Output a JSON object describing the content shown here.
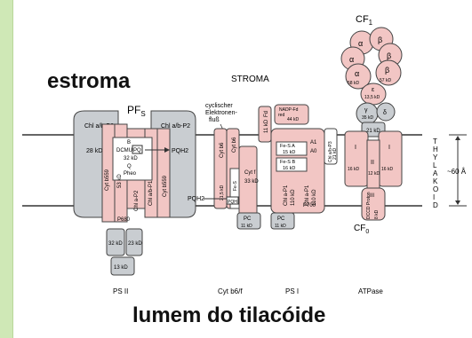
{
  "labels": {
    "estroma": "estroma",
    "lumem": "lumem do tilacóide",
    "stroma": "STROMA",
    "pfs": "PF",
    "pfs_sub": "S",
    "cf1": "CF",
    "cf1_sub": "1",
    "cf0": "CF",
    "cf0_sub": "0",
    "cyclic": [
      "cyclischer",
      "Elektronen-",
      "fluß"
    ],
    "thylakoid_letters": [
      "T",
      "H",
      "Y",
      "L",
      "A",
      "K",
      "O",
      "I",
      "D"
    ],
    "membrane_thickness": "~60 Å",
    "bottom": [
      "PS II",
      "Cyt b6/f",
      "PS I",
      "ATPase"
    ]
  },
  "psii": {
    "chl_a_b_p2_left": "Chl a/b-P2",
    "chl_a_b_p2_right": "Chl a/b-P2",
    "kd28": "28 kD",
    "b": "B",
    "dcmu": "DCMU",
    "pq": "PQ",
    "kd32": "32 kD",
    "q": "Q",
    "pheo": "Pheo",
    "p680": "P680",
    "cyt_b559_left": "Cyt b559",
    "kd53": "53 kD",
    "chl_a_p2": "Chl a-P2",
    "chl_ab_p1": "Chl a/b-P1",
    "cyt_b559_right": "Cyt b559",
    "pqh2_top": "PQH2",
    "lumen_32": "32 kD",
    "lumen_23": "23 kD",
    "lumen_13": "13 kD"
  },
  "cyt": {
    "pqh2": "PQH2",
    "cyt_b6_l": "Cyt b6",
    "cyt_b6_h": "Cyt b6",
    "kd215": "21,5 kD",
    "fes": "Fe-S",
    "kd20": "20 kD",
    "pqh": "PQH",
    "cyt_f": "Cyt f",
    "kd33": "33 kD",
    "pc": "PC",
    "pc_kd": "11 kD"
  },
  "psi": {
    "fd": "Fd",
    "fd_kd": "11 kD",
    "nadp_red": "NADP-Fd",
    "nadp_red2": "red",
    "nadp_kd": "44 kD",
    "fes_a": "Fe-S A",
    "fes_a_kd": "15 kD",
    "fes_b": "Fe-S B",
    "fes_b_kd": "16 kD",
    "a1": "A1",
    "a0": "A0",
    "chl_a_p1": "Chl a-P1",
    "kd110_l": "110 kD",
    "chl_a_p1_r": "Chl a-P1",
    "kd110_r": "110 kD",
    "chl_ab_p3": "Chl a/b-P3",
    "kd21": "21 kD",
    "p700": "P700",
    "pc": "PC",
    "pc_kd": "11 kD"
  },
  "atpase": {
    "alpha1": "α",
    "beta1": "β",
    "alpha2": "α",
    "beta2": "β",
    "alpha3": "α",
    "beta3": "β",
    "kd58": "58 kD",
    "kd57": "57 kD",
    "epsilon": "ε",
    "epsilon_kd": "13,5 kD",
    "gamma": "γ",
    "gamma_kd": "35 kD",
    "delta": "δ",
    "kd21": "21 kD",
    "i_left": "I",
    "i_right": "I",
    "ii": "II",
    "kd16_l": "16 kD",
    "kd16_r": "16 kD",
    "kd12": "12 kD",
    "iii": "III",
    "dccd": "DCCD Proton",
    "kd8": "8 kD"
  },
  "colors": {
    "pink": "#f2c6c4",
    "gray": "#c9cdd1",
    "stroke": "#444444",
    "bg": "#cfe8b6"
  }
}
